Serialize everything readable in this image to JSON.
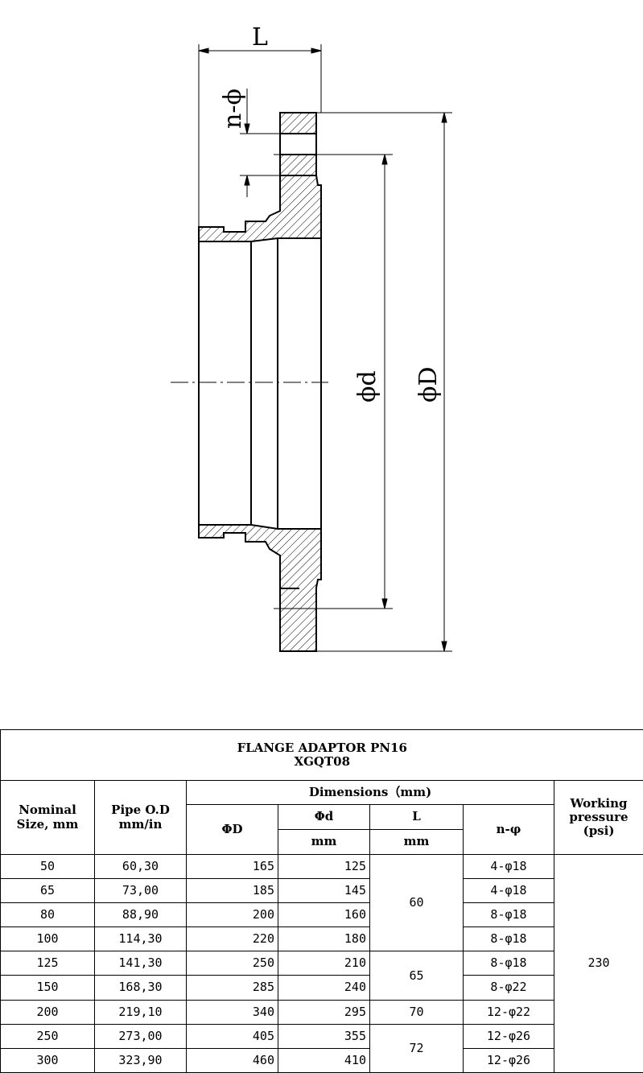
{
  "drawing": {
    "labels": {
      "L": "L",
      "n_phi": "n-ϕ",
      "phi_d": "ϕd",
      "phi_D": "ϕD"
    }
  },
  "table": {
    "title_line1": "FLANGE ADAPTOR PN16",
    "title_line2": "XGQT08",
    "headers": {
      "nominal": "Nominal Size, mm",
      "pipe_od": "Pipe O.D mm/in",
      "dimensions": "Dimensions（mm)",
      "phiD": "ΦD",
      "phid": "Φd",
      "L": "L",
      "n_phi": "n-φ",
      "working": "Working pressure (psi)",
      "mm1": "mm",
      "mm2": "mm"
    },
    "rows": [
      {
        "nominal": "50",
        "pipe_od": "60,30",
        "phiD": "165",
        "phid": "125",
        "n_phi": "4-φ18"
      },
      {
        "nominal": "65",
        "pipe_od": "73,00",
        "phiD": "185",
        "phid": "145",
        "n_phi": "4-φ18"
      },
      {
        "nominal": "80",
        "pipe_od": "88,90",
        "phiD": "200",
        "phid": "160",
        "n_phi": "8-φ18"
      },
      {
        "nominal": "100",
        "pipe_od": "114,30",
        "phiD": "220",
        "phid": "180",
        "n_phi": "8-φ18"
      },
      {
        "nominal": "125",
        "pipe_od": "141,30",
        "phiD": "250",
        "phid": "210",
        "n_phi": "8-φ18"
      },
      {
        "nominal": "150",
        "pipe_od": "168,30",
        "phiD": "285",
        "phid": "240",
        "n_phi": "8-φ22"
      },
      {
        "nominal": "200",
        "pipe_od": "219,10",
        "phiD": "340",
        "phid": "295",
        "n_phi": "12-φ22"
      },
      {
        "nominal": "250",
        "pipe_od": "273,00",
        "phiD": "405",
        "phid": "355",
        "n_phi": "12-φ26"
      },
      {
        "nominal": "300",
        "pipe_od": "323,90",
        "phiD": "460",
        "phid": "410",
        "n_phi": "12-φ26"
      }
    ],
    "L_groups": [
      "60",
      "65",
      "70",
      "72"
    ],
    "working_pressure": "230"
  }
}
